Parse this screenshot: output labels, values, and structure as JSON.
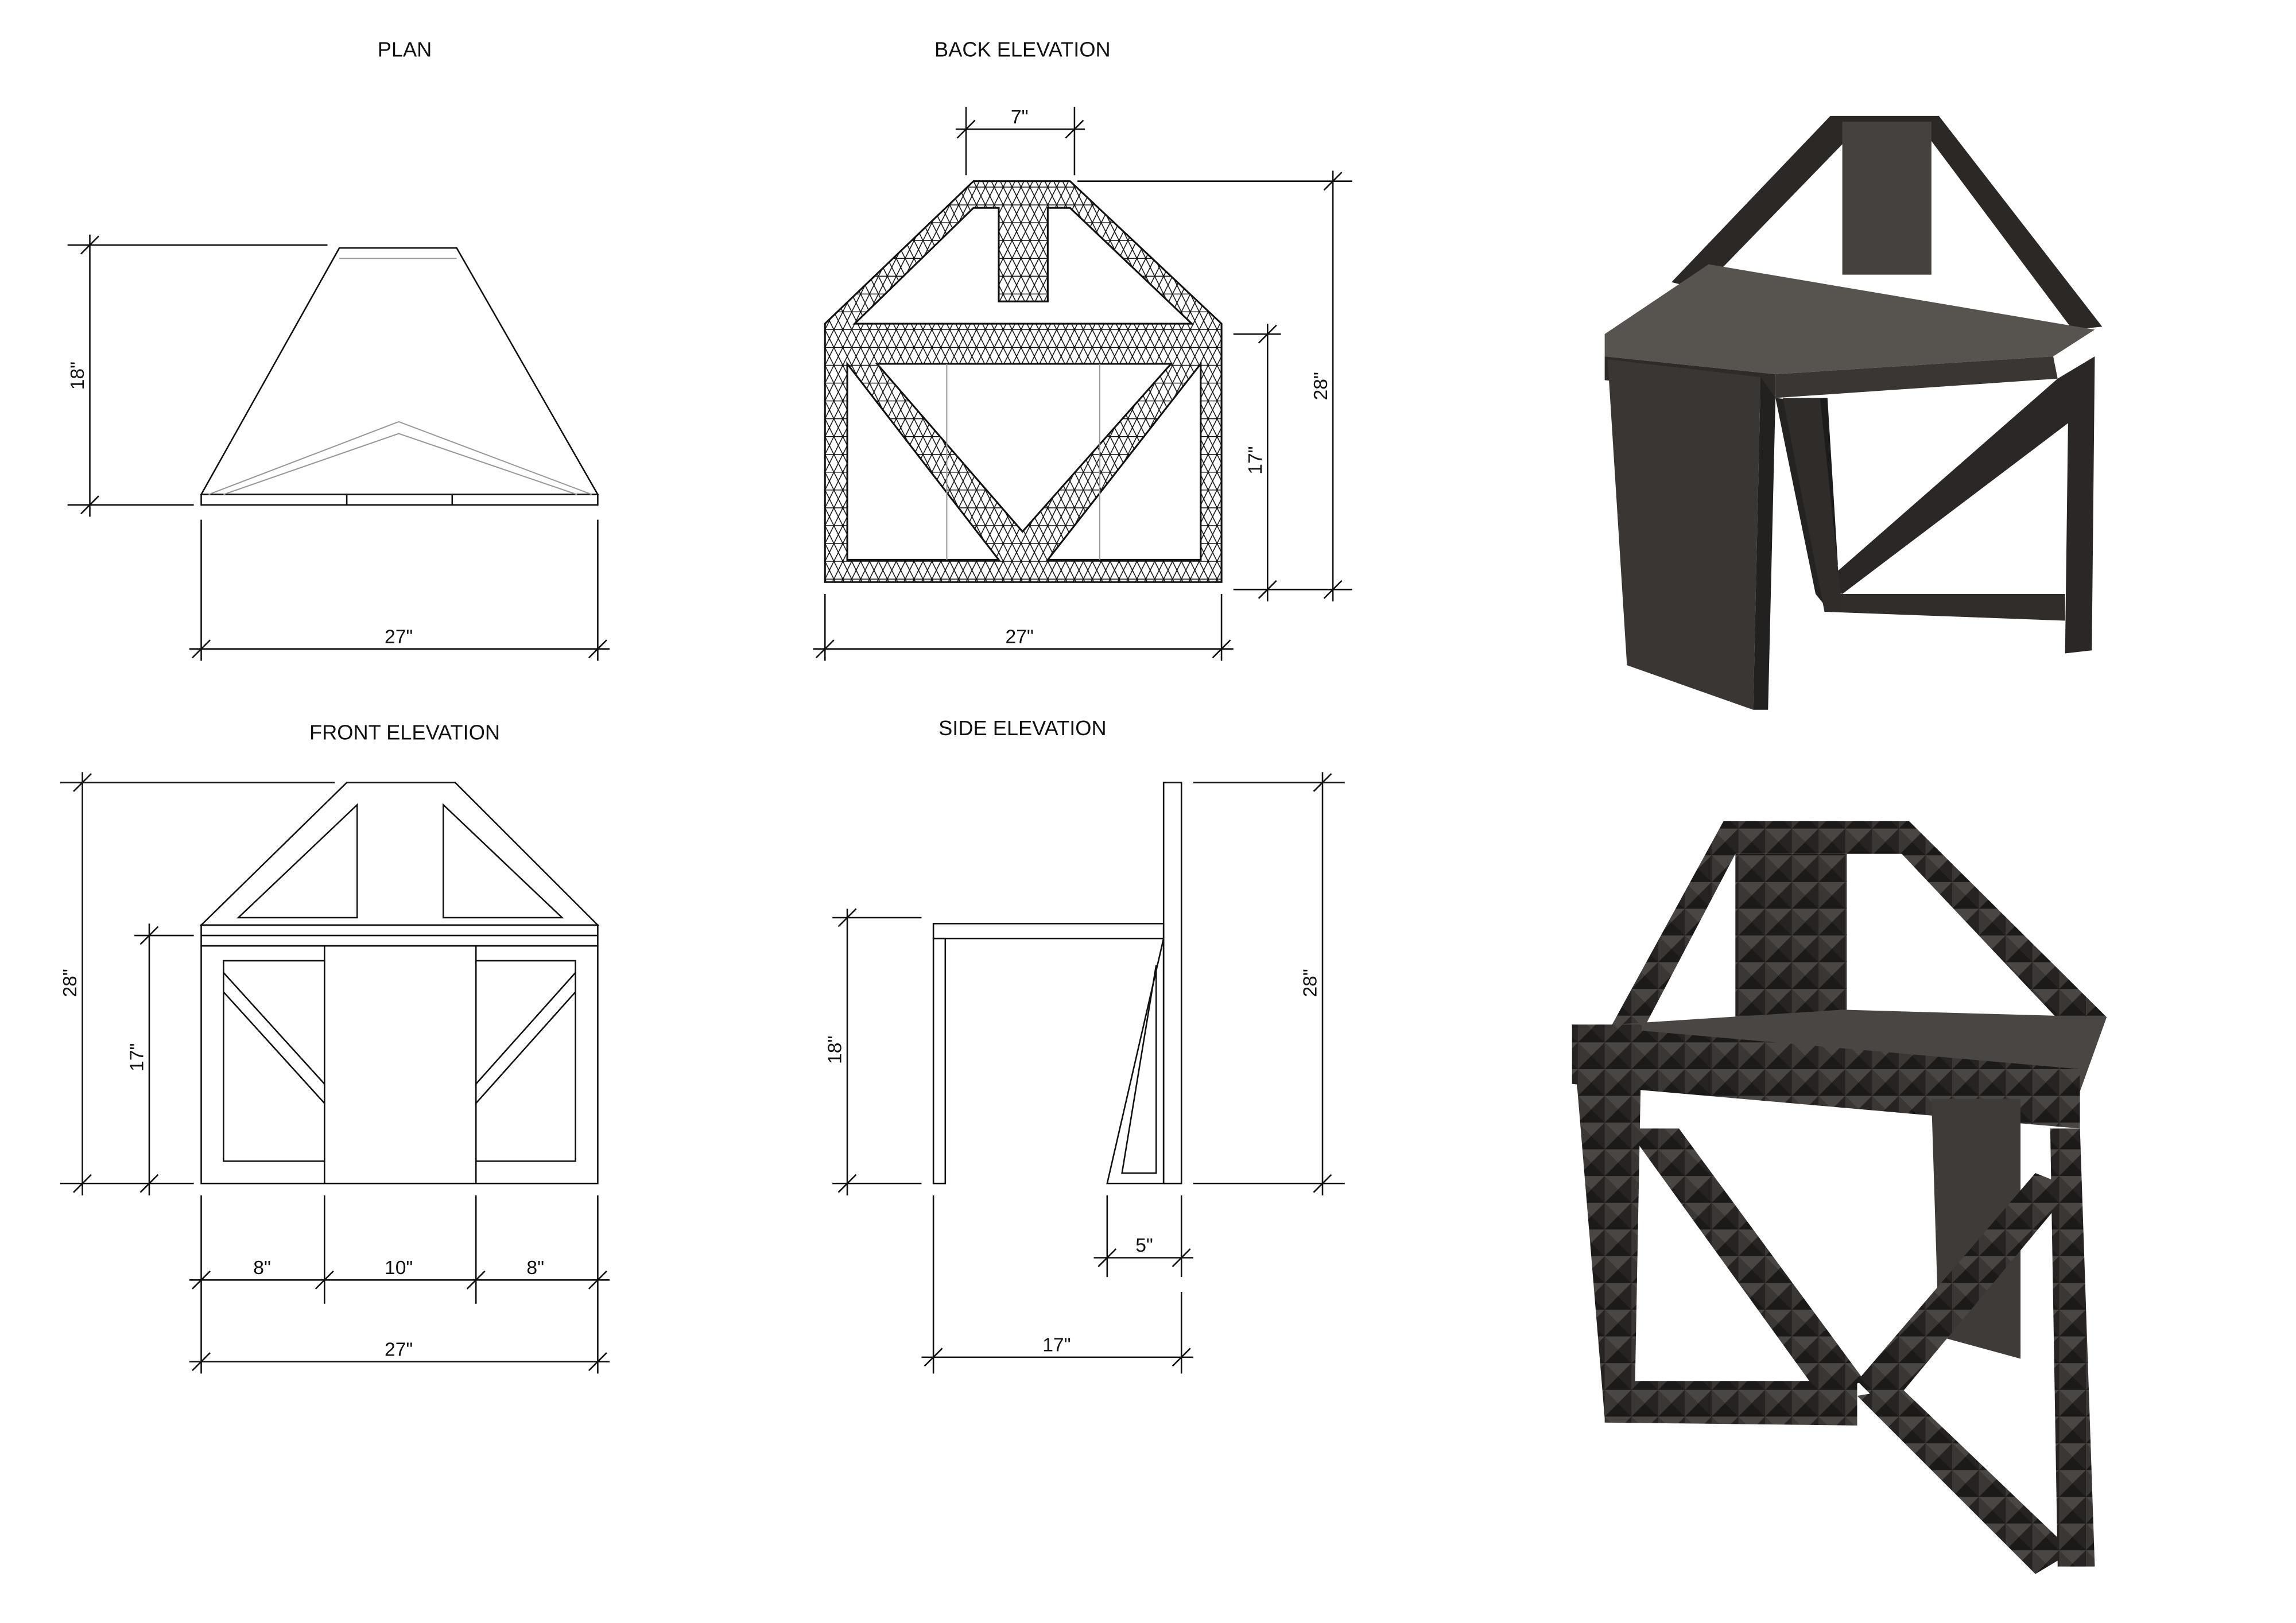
{
  "views": {
    "plan": {
      "title": "PLAN",
      "depth": "18\"",
      "width": "27\""
    },
    "back": {
      "title": "BACK ELEVATION",
      "post": "7\"",
      "height": "28\"",
      "seat_height": "17\"",
      "width": "27\""
    },
    "front": {
      "title": "FRONT ELEVATION",
      "height": "28\"",
      "seat_height": "17\"",
      "left": "8\"",
      "center": "10\"",
      "right": "8\"",
      "width": "27\""
    },
    "side": {
      "title": "SIDE ELEVATION",
      "seat_height": "18\"",
      "height": "28\"",
      "brace": "5\"",
      "depth": "17\""
    }
  },
  "colors": {
    "line": "#111111",
    "wood_dark": "#2e2b29",
    "wood_mid": "#46423f",
    "wood_light": "#5d5955"
  }
}
